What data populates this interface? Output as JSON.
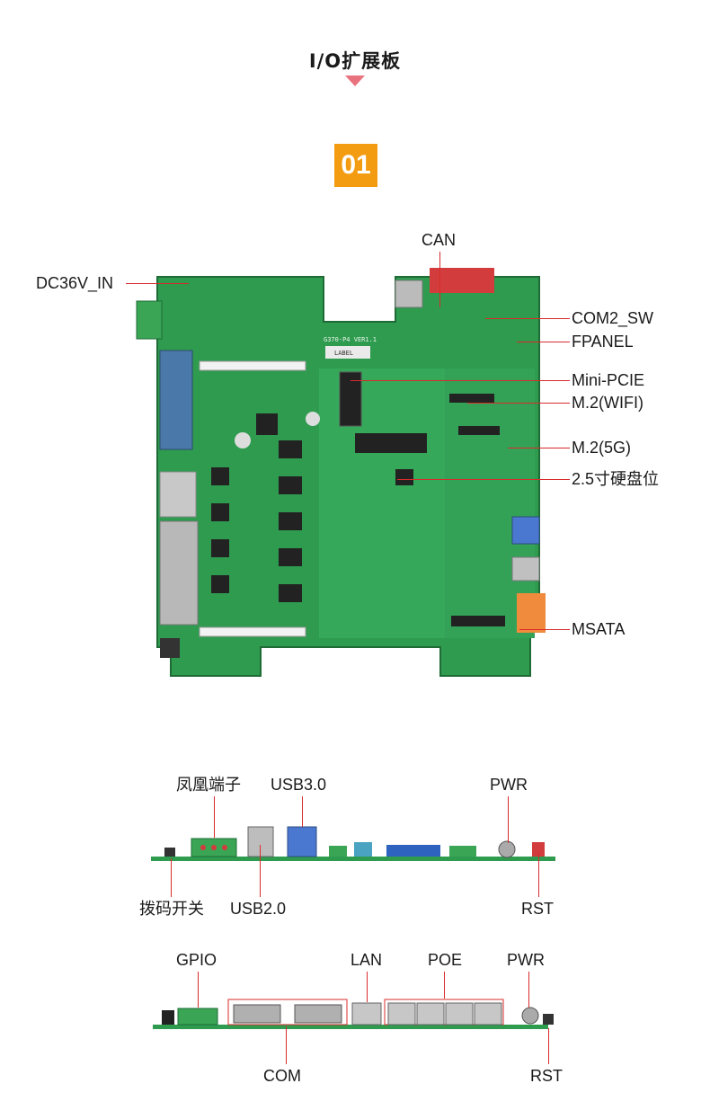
{
  "page": {
    "title": "I/O扩展板",
    "badge": "01"
  },
  "board_labels": {
    "dc_in": "DC36V_IN",
    "can": "CAN",
    "com2_sw": "COM2_SW",
    "fpanel": "FPANEL",
    "mini_pcie": "Mini-PCIE",
    "m2_wifi": "M.2(WIFI)",
    "m2_5g": "M.2(5G)",
    "hdd": "2.5寸硬盘位",
    "msata": "MSATA",
    "silk_model": "G370-P4 VER1.1",
    "silk_label": "LABEL"
  },
  "side_view_top": {
    "phoenix": "凤凰端子",
    "usb3": "USB3.0",
    "pwr": "PWR",
    "dip": "拨码开关",
    "usb2": "USB2.0",
    "rst": "RST"
  },
  "side_view_bottom": {
    "gpio": "GPIO",
    "lan": "LAN",
    "poe": "POE",
    "pwr": "PWR",
    "com": "COM",
    "rst": "RST"
  },
  "colors": {
    "accent": "#f39c12",
    "callout_line": "#d92b2b",
    "pcb": "#2e9b4f",
    "arrow": "#e8737f"
  }
}
